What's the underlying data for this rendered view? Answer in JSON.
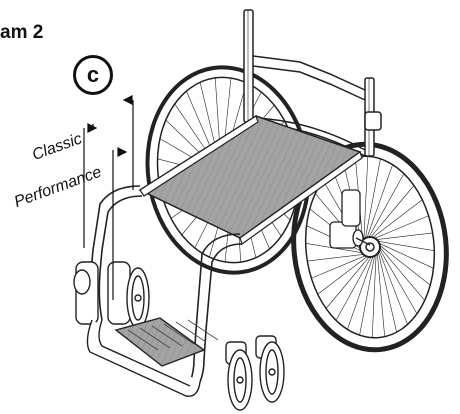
{
  "heading": "am 2",
  "callout_letter": "c",
  "labels": {
    "classic": "Classic",
    "performance": "Performance"
  },
  "colors": {
    "line": "#222222",
    "seat": "#9a9a9a",
    "seat_dark": "#6e6e6e",
    "background": "#ffffff"
  }
}
